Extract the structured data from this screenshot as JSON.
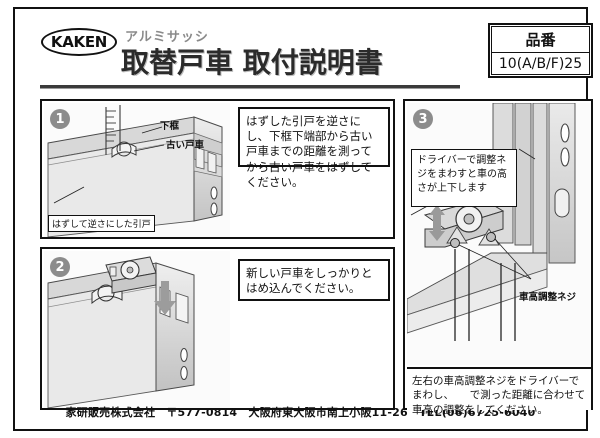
{
  "header": {
    "logo_text": "KAKEN",
    "subtitle": "アルミサッシ",
    "title": "取替戸車  取付説明書",
    "product_box": {
      "label": "品番",
      "value": "10(A/B/F)25"
    }
  },
  "panels": [
    {
      "step": "1",
      "instruction": "はずした引戸を逆さにし、下框下端部から古い戸車までの距離を測ってから古い戸車をはずしてください。",
      "tags": [
        {
          "name": "bottom-rail",
          "text": "下框"
        },
        {
          "name": "old-roller",
          "text": "古い戸車"
        },
        {
          "name": "inverted-door",
          "text": "はずして逆さにした引戸"
        }
      ]
    },
    {
      "step": "2",
      "instruction": "新しい戸車をしっかりとはめ込んでください。",
      "tags": []
    },
    {
      "step": "3",
      "instruction": "ドライバーで調整ネジをまわすと車の高さが上下します",
      "bottom_instruction": "左右の車高調整ネジをドライバーでまわし、　　で測った距離に合わせて車高の調整をしてください。",
      "tags": [
        {
          "name": "height-adjust-screw",
          "text": "車高調整ネジ"
        }
      ]
    }
  ],
  "footer": {
    "text": "家研販売株式会社　〒577-0814　大阪府東大阪市南上小阪11-26　TEL(06)6725-6040"
  },
  "colors": {
    "ink": "#111111",
    "badge_gray": "#8c8c8c",
    "title_gray": "#2b2b2b",
    "subtitle_gray": "#8a8a8a",
    "metal_light": "#e3e3e3",
    "metal_mid": "#c9c9c9",
    "metal_dark": "#a8a8a8"
  }
}
